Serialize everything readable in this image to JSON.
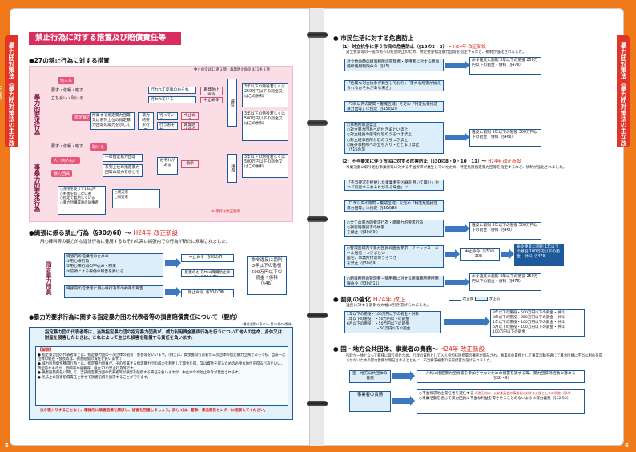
{
  "side_tab": "暴力団対策法（暴力団対策法の主な改正点）",
  "pages": {
    "left": "5",
    "right": "6"
  },
  "left": {
    "banner": "禁止行為に対する措置及び賠償責任等",
    "s1": {
      "heading": "●27の禁止行為に対する措置",
      "note_top": "中止命令は11条１項、再発防止命令は11条２項",
      "vlabel_a": "暴力的要求行為",
      "vlabel_b": "事暴力的要求行為",
      "tag1": "何人も",
      "tag2": "指定暴力団員",
      "tag3": "人（何人も）",
      "tag4": "暴力団員",
      "tag5": "要求・依頼・唆す",
      "tag6": "立ち会い・助ける",
      "box1": "要求・依頼・唆す",
      "box2": "行われて反復のおそれ",
      "box3": "行われている",
      "box4": "再発防止命令",
      "box5": "中止命令",
      "box6": "再発防止命令",
      "box7": "逮捕",
      "box8": "3年以下の懲役若しくは250万円以下の罰金又はこの併科",
      "box9": "所属する指定暴力団等又は系列上位の指定暴力団等の威力を示して",
      "box10": "行っている",
      "box11": "行うおそれ",
      "box12": "中止命令",
      "box13": "再発防止命令",
      "box14": "違反",
      "box15": "3年以下の懲役若しくは500万円以下の罰金又はこの併科",
      "box16": "要求・依頼・唆す",
      "box17": "助ける",
      "box18": "一の指定暴力団等",
      "box19": "系列上位の指定暴力団等の威力を示して",
      "box20": "暴力的要求行為（準）",
      "box21": "おそれがある",
      "box22": "指示",
      "box23": "違反",
      "box24": "3年以下の懲役若しくは500万円以下の罰金又はこの併科",
      "box25": "○余所を受けて18以内",
      "box26": "○利害を有しない者",
      "box27": "○指定で着用している",
      "box28": "○暴力団構成員の従事者",
      "box29": "○周辺者",
      "box30": "○周辺者",
      "note_small": "※ 括弧内は改正事項",
      "footnote": "※ 赤枠は改正箇所"
    },
    "s2": {
      "heading": "●縄張に係る禁止行為（§30の6Ⅰ）～",
      "heading_red": "H24年 改正新設",
      "desc": "用心棒料等の暴力的な違法行為に発展するおそれの高い縄張内での行為が新たに規制されました。",
      "vlabel": "指定暴力団員",
      "box_a": "縄張内の営業者のための\n①用心棒行為\n②用心棒行為の申込み・約束\n③前項による稼働の報告を受ける",
      "box_b": "縄張内の営業者に用心棒行為等の約束の報告",
      "cmd1": "中止命令（§30の7Ⅰ）",
      "cmd2": "反復のおそれに再発防止命令（§30の7Ⅱ）",
      "cmd3": "防止命令（§30の7Ⅲ）",
      "penalty": "命令違反に罰則 3年以下の懲役 500万円以下の罰金・併科（§46）"
    },
    "s3": {
      "heading": "●暴力的要求行為に関する指定暴力団の代表者等の損害賠償責任について（要約）",
      "note": "（暴対法第31条の2・第31条の3関係）",
      "lead": "指定暴力団の代表者等は、当該指定暴力団の指定暴力団員が、威力利用資金獲得行為を行うについて他人の生命、身体又は財産を侵害したときは、これによって生じた損害を賠償する責任を負います。",
      "exp_title": "【解説】",
      "exp1": "● 指定暴力団の代表者等とは、指定暴力団の一次団体の組長・会長等をいいます。（例えば、資金獲得行為者が三次団体の指定暴力団員であっても、当該一次団体の組長・会長等は、損害賠償の責任を負います。）",
      "exp2": "● 威力利用資金獲得行為とは、指定暴力団員が、その所属する指定暴力団の威力を利用して資金を得、又は資金を得るための必要な地位を得る行為をいい、典型的なものが、恐喝罪や強要罪、組立27の禁止行為等です。",
      "exp3": "● 損害賠償責任に関して、当該指定暴力団の代表者等が損害を賠償する責任を負いますが、中止命令や防止命令が発出されます。",
      "exp4": "● 民法上の損害賠償責任と併せて損害賠償を請求することができます。",
      "bottom": "泣き寝入りすることなく、積極的に損害賠償を請求し、被害を回復しましょう。詳しくは、警察、暴追都民センターに相談してください。"
    }
  },
  "right": {
    "s1": {
      "heading": "● 市民生活に対する危害防止",
      "sub1": "（1）対立抗争に伴う市民の危害防止（§15の2・3）～",
      "sub1_red": "H24年 改正新設",
      "sub1_desc": "対立抗争等の一般市民への危害防止のため、特定抗争指定暴力団等を指定するなど、規制が強化されました。",
      "b1": "対立抗争時の組事務所の管理者・使用者に対する組事務所使用制限命令（§15）",
      "b1r": "命令違反に罰則 3年以下の懲役 250万円以下の罰金・併科（§47Ⅱ）",
      "b2": "「危険な対立抗争が発生しており」「重大な危害が加えられるおそれがある場合」",
      "b3": "「3日以内の期間・警戒区域」を定め「特定抗争指定暴力団等」に指定（§15の2Ⅰ）",
      "b4": "○事務所新設禁止\n○対立暴力団員への付きまとい禁止\n○対立組員の居宅付近のうろつき禁止\n○対立組事務所付近のうろつき禁止\n○既存事務所への立ち入り・とどまり禁止\n（§15の3）",
      "b4r": "違反に罰則 5年以下の懲役 300万円以下の罰金・併科（§46Ⅱ）",
      "sub2": "（2）不当要求に伴う市民に対する危害防止（§30の8・9・10・11）～",
      "sub2_red": "H24年 改正新設",
      "sub2_desc": "事業活動に取り組む事業者等に対する不当要求が発生していたため、特定危険指定暴力団等を指定するなど、規制が強化されました。",
      "c1": "「不当要求を拒絶した事業者を凶器を用いて襲い」かつ「反復するおそれがある場合」に",
      "c2": "「1年以内の期間・警戒区域」を定め「特定危険指定暴力団等」に指定（§30の8Ⅰ）",
      "c3": "○全ての暴力的要求行為・準暴力的要求行為\n○損害賠償請求の妨害\nを禁止（§30の9Ⅰ）",
      "c3r": "違反に罰則 3年以下の懲役 500万円以下の罰金・併科（§46Ⅰ）",
      "c4": "○警戒区域内で暴力団員の面会要求・ファックス・メール送信・つきまとい\n居宅、事業所付近のうろつき\nを禁止（§30の9）",
      "c4m": "中止命令（§30の10Ⅰ）",
      "c4r": "命令違反に罰則 1年以下の懲役 100万円以下の罰金・併科（§47Ⅱ）",
      "c5": "○組事務所の管理者・使用者に対する組事務所使用制限命令（§30の11）",
      "c5r": "命令違反に罰則 3年以下の懲役 250万円以下の罰金・併科（§47Ⅱ）"
    },
    "s2": {
      "heading": "● 罰則の強化",
      "heading_red": "H24年 改正",
      "legend1": "改正後",
      "legend2": "改正前",
      "desc": "違反に対する罰則が大幅に引き揚げられました。",
      "old1": "1年以下の懲役・100万円以下の罰金・併科",
      "old2": "1年以下の懲役　・50万円以下の罰金",
      "old3": "6月以下の懲役　・50万円以下の罰金",
      "old4": "　　　　　　　　・50万円以下の罰金",
      "new1": "3年以下の懲役・500万円以下の罰金・併科",
      "new2": "3年以下の懲役・250万円以下の罰金・併科",
      "new3": "1年以下の懲役・100万円以下の罰金・併科",
      "new4": "6月以下の懲役・100万円以下の罰金・併科",
      "new5": "100万円以下の罰金"
    },
    "s3": {
      "heading": "● 国・地方公共団体、事業者の責務～",
      "heading_red": "H24年 改正新設",
      "desc": "行政が一体となって暴排に取り組むため、行政の責務として入札参加排除措置の徹底が明記され、事業者の責務として事業活動を通じて暴力団員に不当な利益を得させないための努力義務が明記されるとともに、不当要求被害の法的措置が設けられました。",
      "r1l": "国・地方公共団体の責務",
      "r1": "入札に指定暴力団員等を参加させないための措置を講ずる等、暴力団排除活動に努める（§32Ⅰ・Ⅱ）",
      "r2l": "事業者の責務",
      "r2a": "○不当要求防止責任者を選任する",
      "r2a_red": "※改正前は、公安委員会の事業者に対する支援としての規定（§14）",
      "r2b": "○事業活動を通じて暴力団員に不当な利益を得させることのないように努力義務（§32の2）"
    }
  }
}
